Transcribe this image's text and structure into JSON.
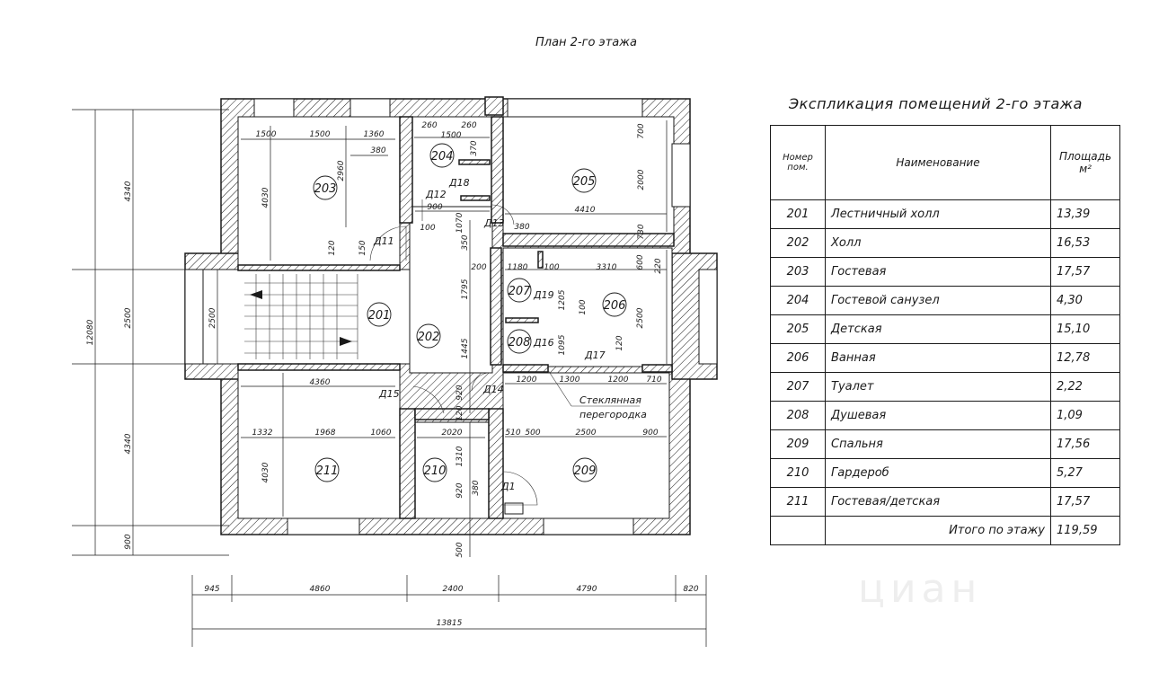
{
  "plan_title": "План 2-го этажа",
  "explication": {
    "title": "Экспликация помещений 2-го этажа",
    "headers": {
      "num": "Номер пом.",
      "name": "Наименование",
      "area": "Площадь м²"
    },
    "rows": [
      {
        "num": "201",
        "name": "Лестничный холл",
        "area": "13,39"
      },
      {
        "num": "202",
        "name": "Холл",
        "area": "16,53"
      },
      {
        "num": "203",
        "name": "Гостевая",
        "area": "17,57"
      },
      {
        "num": "204",
        "name": "Гостевой санузел",
        "area": "4,30"
      },
      {
        "num": "205",
        "name": "Детская",
        "area": "15,10"
      },
      {
        "num": "206",
        "name": "Ванная",
        "area": "12,78"
      },
      {
        "num": "207",
        "name": "Туалет",
        "area": "2,22"
      },
      {
        "num": "208",
        "name": "Душевая",
        "area": "1,09"
      },
      {
        "num": "209",
        "name": "Спальня",
        "area": "17,56"
      },
      {
        "num": "210",
        "name": "Гардероб",
        "area": "5,27"
      },
      {
        "num": "211",
        "name": "Гостевая/детская",
        "area": "17,57"
      }
    ],
    "total_label": "Итого по этажу",
    "total_value": "119,59"
  },
  "rooms": [
    "201",
    "202",
    "203",
    "204",
    "205",
    "206",
    "207",
    "208",
    "209",
    "210",
    "211"
  ],
  "doors": [
    "Д1",
    "Д11",
    "Д12",
    "Д13",
    "Д14",
    "Д15",
    "Д16",
    "Д17",
    "Д18",
    "Д19"
  ],
  "glass_partition": [
    "Стеклянная",
    "перегородка"
  ],
  "dims": {
    "bottom": [
      "945",
      "4860",
      "2400",
      "4790",
      "820"
    ],
    "overall_width": "13815",
    "left": [
      "4340",
      "2500",
      "4340",
      "900"
    ],
    "overall_height": "12080",
    "left_inner": "2500",
    "r203": [
      "1500",
      "1500",
      "1360",
      "380",
      "4030",
      "2960",
      "120",
      "150"
    ],
    "r204": [
      "260",
      "260",
      "1500",
      "370",
      "900",
      "100",
      "1070"
    ],
    "r205": [
      "700",
      "2000",
      "4410",
      "380",
      "730"
    ],
    "r206": [
      "200",
      "1180",
      "100",
      "3310",
      "600",
      "220",
      "1795",
      "1205",
      "100",
      "1095",
      "120",
      "2500",
      "350"
    ],
    "r211": [
      "4360",
      "1332",
      "1968",
      "1060",
      "4030"
    ],
    "r210": [
      "2020",
      "1310",
      "920",
      "380",
      "500",
      "120",
      "920"
    ],
    "r209": [
      "510",
      "500",
      "2500",
      "900"
    ],
    "misc": [
      "1445",
      "1200",
      "1300",
      "1200",
      "710"
    ]
  },
  "watermark": "циан"
}
